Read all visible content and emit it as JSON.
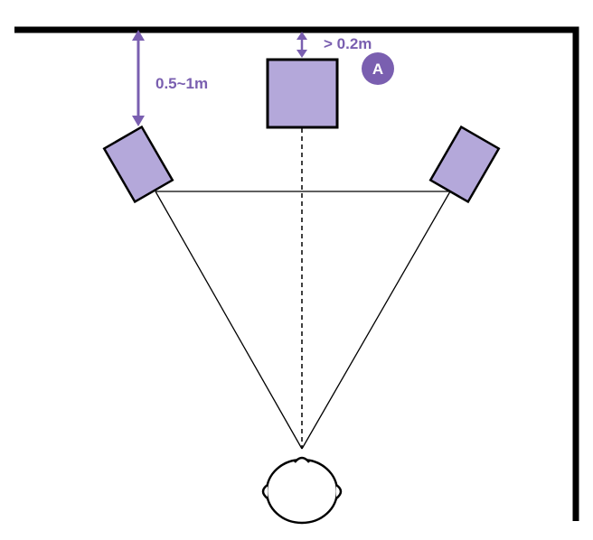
{
  "labels": {
    "wall_distance": "0.5~1m",
    "center_gap": "> 0.2m",
    "badge": "A"
  },
  "colors": {
    "accent": "#7a5fb0",
    "speaker_fill": "#b4a8da",
    "stroke": "#000000",
    "badge_text": "#ffffff"
  },
  "icons": {
    "listener": "head-icon"
  }
}
